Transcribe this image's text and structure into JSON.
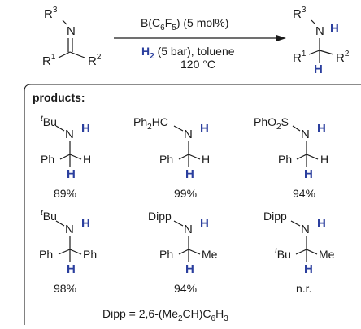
{
  "accent_color": "#2b3f9e",
  "reaction": {
    "reactant": {
      "r3": "R",
      "r3_sup": "3",
      "n": "N",
      "r1": "R",
      "r1_sup": "1",
      "r2": "R",
      "r2_sup": "2"
    },
    "catalyst_prefix": "B(C",
    "catalyst_sub1": "6",
    "catalyst_f": "F",
    "catalyst_sub2": "5",
    "catalyst_suffix": ")",
    "catalyst_loading": " (5 mol%)",
    "h2_label": "H",
    "h2_sub": "2",
    "conditions": " (5 bar), toluene",
    "temperature": "120 °C",
    "product": {
      "r3": "R",
      "r3_sup": "3",
      "n": "N",
      "h": "H",
      "r1": "R",
      "r1_sup": "1",
      "r2": "R",
      "r2_sup": "2",
      "ch": "H"
    }
  },
  "products": {
    "heading": "products:",
    "items": [
      {
        "n_sub": "t",
        "n_group": "Bu",
        "left": "Ph",
        "right": "H",
        "yield": "89%"
      },
      {
        "n_group_html": "Ph2HC",
        "left": "Ph",
        "right": "H",
        "yield": "99%"
      },
      {
        "n_group_html": "PhO2S",
        "left": "Ph",
        "right": "H",
        "yield": "94%"
      },
      {
        "n_sub": "t",
        "n_group": "Bu",
        "left": "Ph",
        "right": "Ph",
        "yield": "98%"
      },
      {
        "n_group": "Dipp",
        "left": "Ph",
        "right": "Me",
        "yield": "94%"
      },
      {
        "n_group": "Dipp",
        "left_sup": "t",
        "left": "Bu",
        "right": "Me",
        "yield": "n.r."
      }
    ],
    "labels": {
      "n": "N",
      "h": "H",
      "ph2": "Ph",
      "two": "2",
      "hc": "HC",
      "pho": "PhO",
      "s": "S"
    },
    "footnote": {
      "prefix": "Dipp = 2,6-(Me",
      "sub1": "2",
      "mid": "CH)C",
      "sub2": "6",
      "h": "H",
      "sub3": "3"
    }
  }
}
